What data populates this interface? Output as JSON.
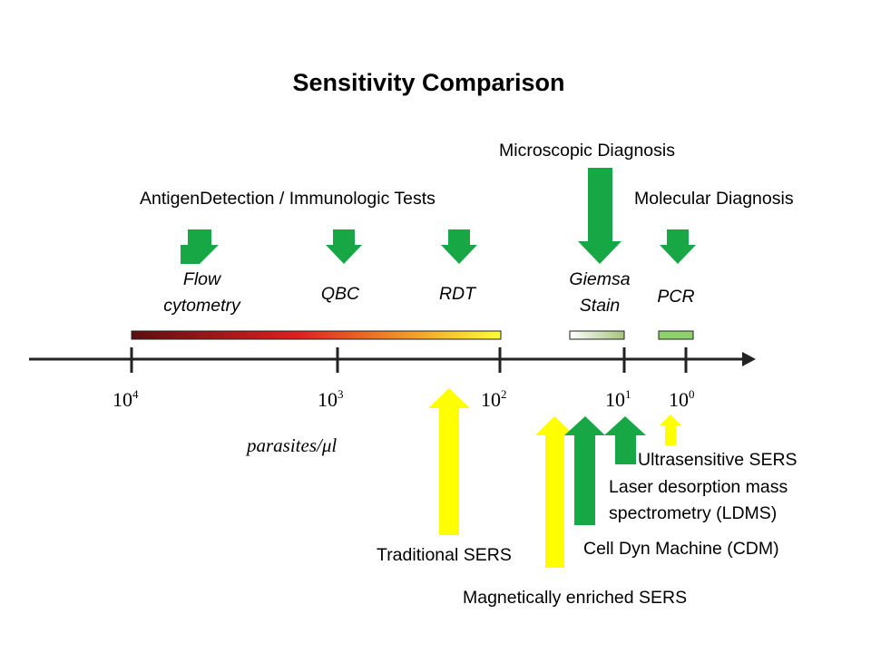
{
  "title": "Sensitivity Comparison",
  "axis": {
    "unit_label": "parasites/μl",
    "tick_labels": [
      {
        "base": "10",
        "exp": "4"
      },
      {
        "base": "10",
        "exp": "3"
      },
      {
        "base": "10",
        "exp": "2"
      },
      {
        "base": "10",
        "exp": "1"
      },
      {
        "base": "10",
        "exp": "0"
      }
    ]
  },
  "categories": {
    "antigen": "AntigenDetection / Immunologic Tests",
    "microscopic": "Microscopic Diagnosis",
    "molecular": "Molecular Diagnosis"
  },
  "methods": {
    "flow": [
      "Flow",
      "cytometry"
    ],
    "qbc": "QBC",
    "rdt": "RDT",
    "giemsa": [
      "Giemsa",
      "Stain"
    ],
    "pcr": "PCR"
  },
  "techniques": {
    "traditional_sers": "Traditional SERS",
    "magnetic_sers": "Magnetically enriched SERS",
    "cdm": "Cell Dyn Machine (CDM)",
    "ldms": [
      "Laser desorption mass",
      "spectrometry (LDMS)"
    ],
    "ultra_sers": "Ultrasensitive SERS"
  },
  "colors": {
    "green_arrow": "#17a745",
    "yellow_arrow": "#ffff00",
    "axis": "#222222",
    "antigen_bar_start": "#5c0f0f",
    "antigen_bar_mid": "#e01f1f",
    "antigen_bar_end": "#ffff33",
    "giemsa_bar_start": "#ffffff",
    "giemsa_bar_end": "#a5c57a",
    "pcr_bar": "#8fd16a"
  }
}
